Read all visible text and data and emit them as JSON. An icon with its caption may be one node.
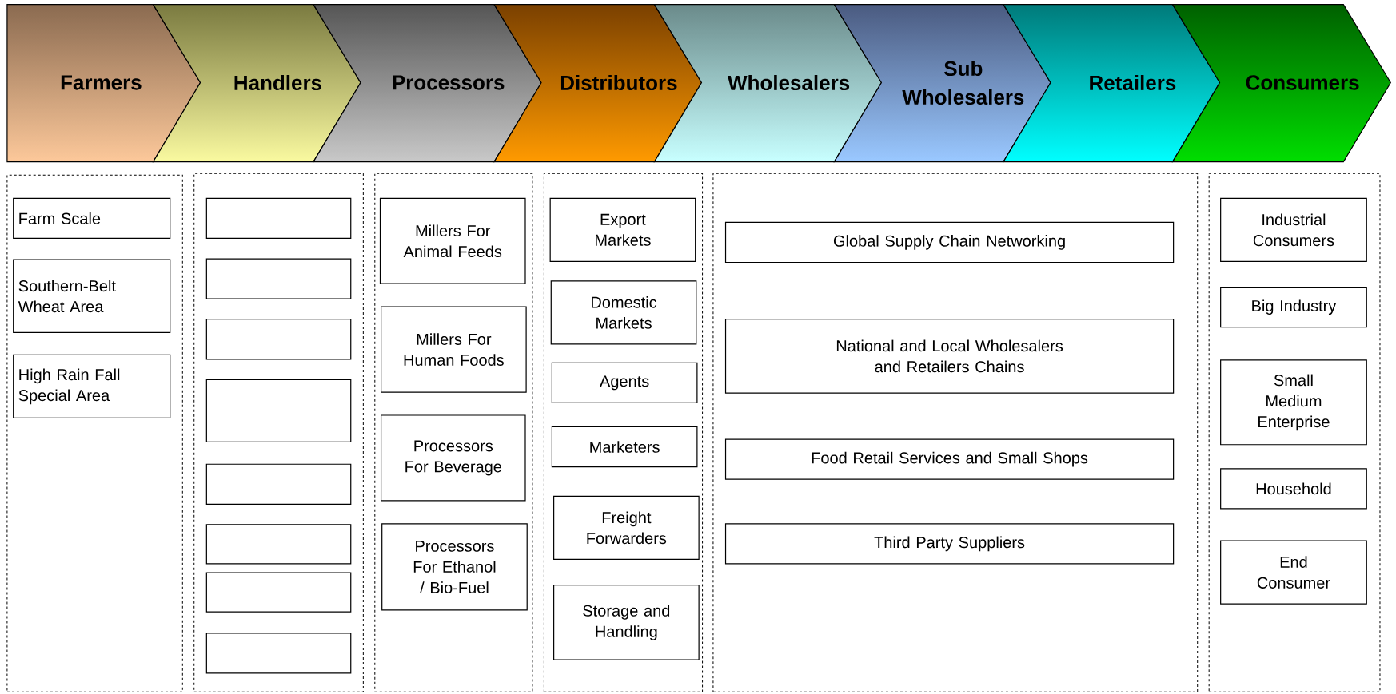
{
  "diagram": {
    "nodes": [
      {
        "text": [
          "Farmers"
        ]
      },
      {
        "text": [
          "Handlers"
        ]
      },
      {
        "text": [
          "Processors"
        ]
      },
      {
        "text": [
          "Distributors"
        ]
      },
      {
        "text": [
          "Wholesalers"
        ]
      },
      {
        "text": [
          "Sub Wholesalers"
        ]
      },
      {
        "text": [
          "Retailers"
        ]
      },
      {
        "text": [
          "Consumers"
        ]
      },
      {
        "text": [],
        "shape": "box"
      },
      {
        "text": [
          "Farm Scale"
        ],
        "in": 8
      },
      {
        "text": [
          "Southern-Belt Wheat Area"
        ],
        "in": 8
      },
      {
        "text": [
          "High Rain Fall Special Area"
        ],
        "in": 8
      },
      {
        "text": [],
        "shape": "box"
      },
      {
        "text": [],
        "shape": "box",
        "in": 12
      },
      {
        "text": [],
        "shape": "box",
        "in": 12
      },
      {
        "text": [],
        "shape": "box",
        "in": 12
      },
      {
        "text": [],
        "shape": "box",
        "in": 12
      },
      {
        "text": [],
        "shape": "box",
        "in": 12
      },
      {
        "text": [],
        "shape": "box",
        "in": 12
      },
      {
        "text": [],
        "shape": "box",
        "in": 12
      },
      {
        "text": [],
        "shape": "box",
        "in": 12
      },
      {
        "text": [],
        "shape": "box"
      },
      {
        "text": [
          "Millers For Animal Feeds"
        ],
        "in": 21
      },
      {
        "text": [
          "Millers For Human Foods"
        ],
        "in": 21
      },
      {
        "text": [
          "Processors For Beverage"
        ],
        "in": 21
      },
      {
        "text": [
          "Processors For Ethanol / Bio-Fuel"
        ],
        "in": 21
      },
      {
        "text": [],
        "shape": "box"
      },
      {
        "text": [
          "Export Markets"
        ],
        "in": 26
      },
      {
        "text": [
          "Domestic Markets"
        ],
        "in": 26
      },
      {
        "text": [
          "Agents"
        ],
        "in": 26
      },
      {
        "text": [
          "Marketers"
        ],
        "in": 26
      },
      {
        "text": [
          "Freight Forwarders"
        ],
        "in": 26
      },
      {
        "text": [
          "Storage and Handling"
        ],
        "in": 26
      },
      {
        "text": [],
        "shape": "box"
      },
      {
        "text": [
          "Global Supply Chain Networking"
        ],
        "in": 33
      },
      {
        "text": [
          "National and Local Wholesalers and Retailers Chains"
        ],
        "in": 33
      },
      {
        "text": [
          "Food Retail Services and Small Shops"
        ],
        "in": 33
      },
      {
        "text": [
          "Third Party Suppliers"
        ],
        "in": 33
      },
      {
        "text": [],
        "shape": "box"
      },
      {
        "text": [
          "Industrial Consumers"
        ],
        "in": 38
      },
      {
        "text": [
          "Big Industry"
        ],
        "in": 38
      },
      {
        "text": [
          "Small Medium Enterprise"
        ],
        "in": 38
      },
      {
        "text": [
          "Household"
        ],
        "in": 38
      },
      {
        "text": [
          "End Consumer"
        ],
        "in": 38
      }
    ]
  }
}
